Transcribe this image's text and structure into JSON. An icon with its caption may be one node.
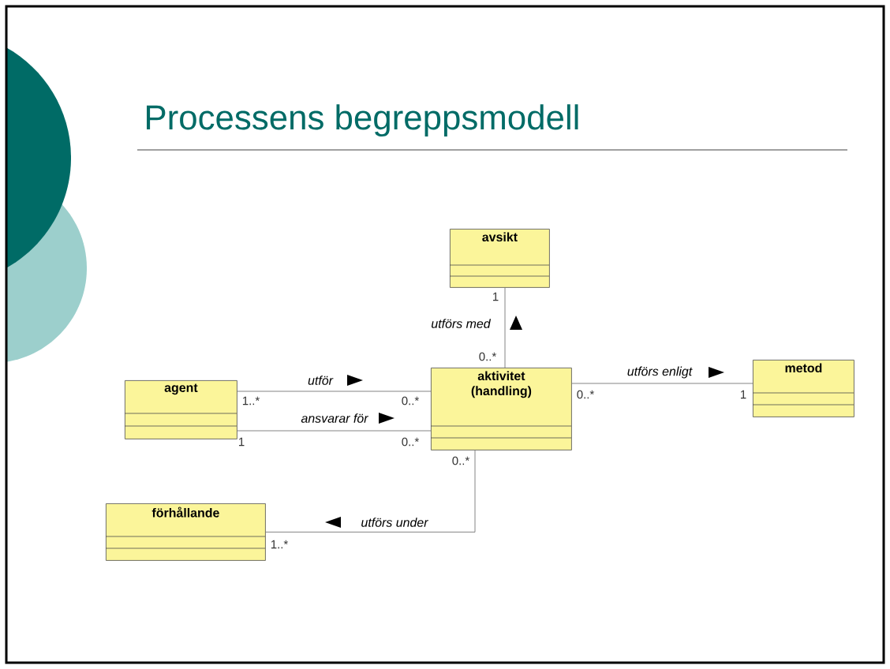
{
  "diagram": {
    "title": "Processens begreppsmodell",
    "nodes": [
      {
        "text": [
          "avsikt"
        ]
      },
      {
        "text": [
          "agent"
        ]
      },
      {
        "text": [
          "aktivitet (handling)"
        ]
      },
      {
        "text": [
          "metod"
        ]
      },
      {
        "text": [
          "förhållande"
        ]
      }
    ],
    "edges": [
      {
        "from": 2,
        "to": 0,
        "arrow": "none",
        "label": "utförs med"
      },
      {
        "from": 1,
        "to": 2,
        "arrow": "none",
        "label": "utför"
      },
      {
        "from": 1,
        "to": 2,
        "arrow": "none",
        "label": "ansvarar för"
      },
      {
        "from": 2,
        "to": 3,
        "arrow": "none",
        "label": "utförs enligt"
      },
      {
        "from": 2,
        "to": 4,
        "arrow": "none",
        "label": "utförs under"
      }
    ],
    "labels": [
      "1",
      "0..*",
      "1..*",
      "0..*",
      "1",
      "0..*",
      "0..*",
      "1..*",
      "0..*",
      "1"
    ]
  }
}
